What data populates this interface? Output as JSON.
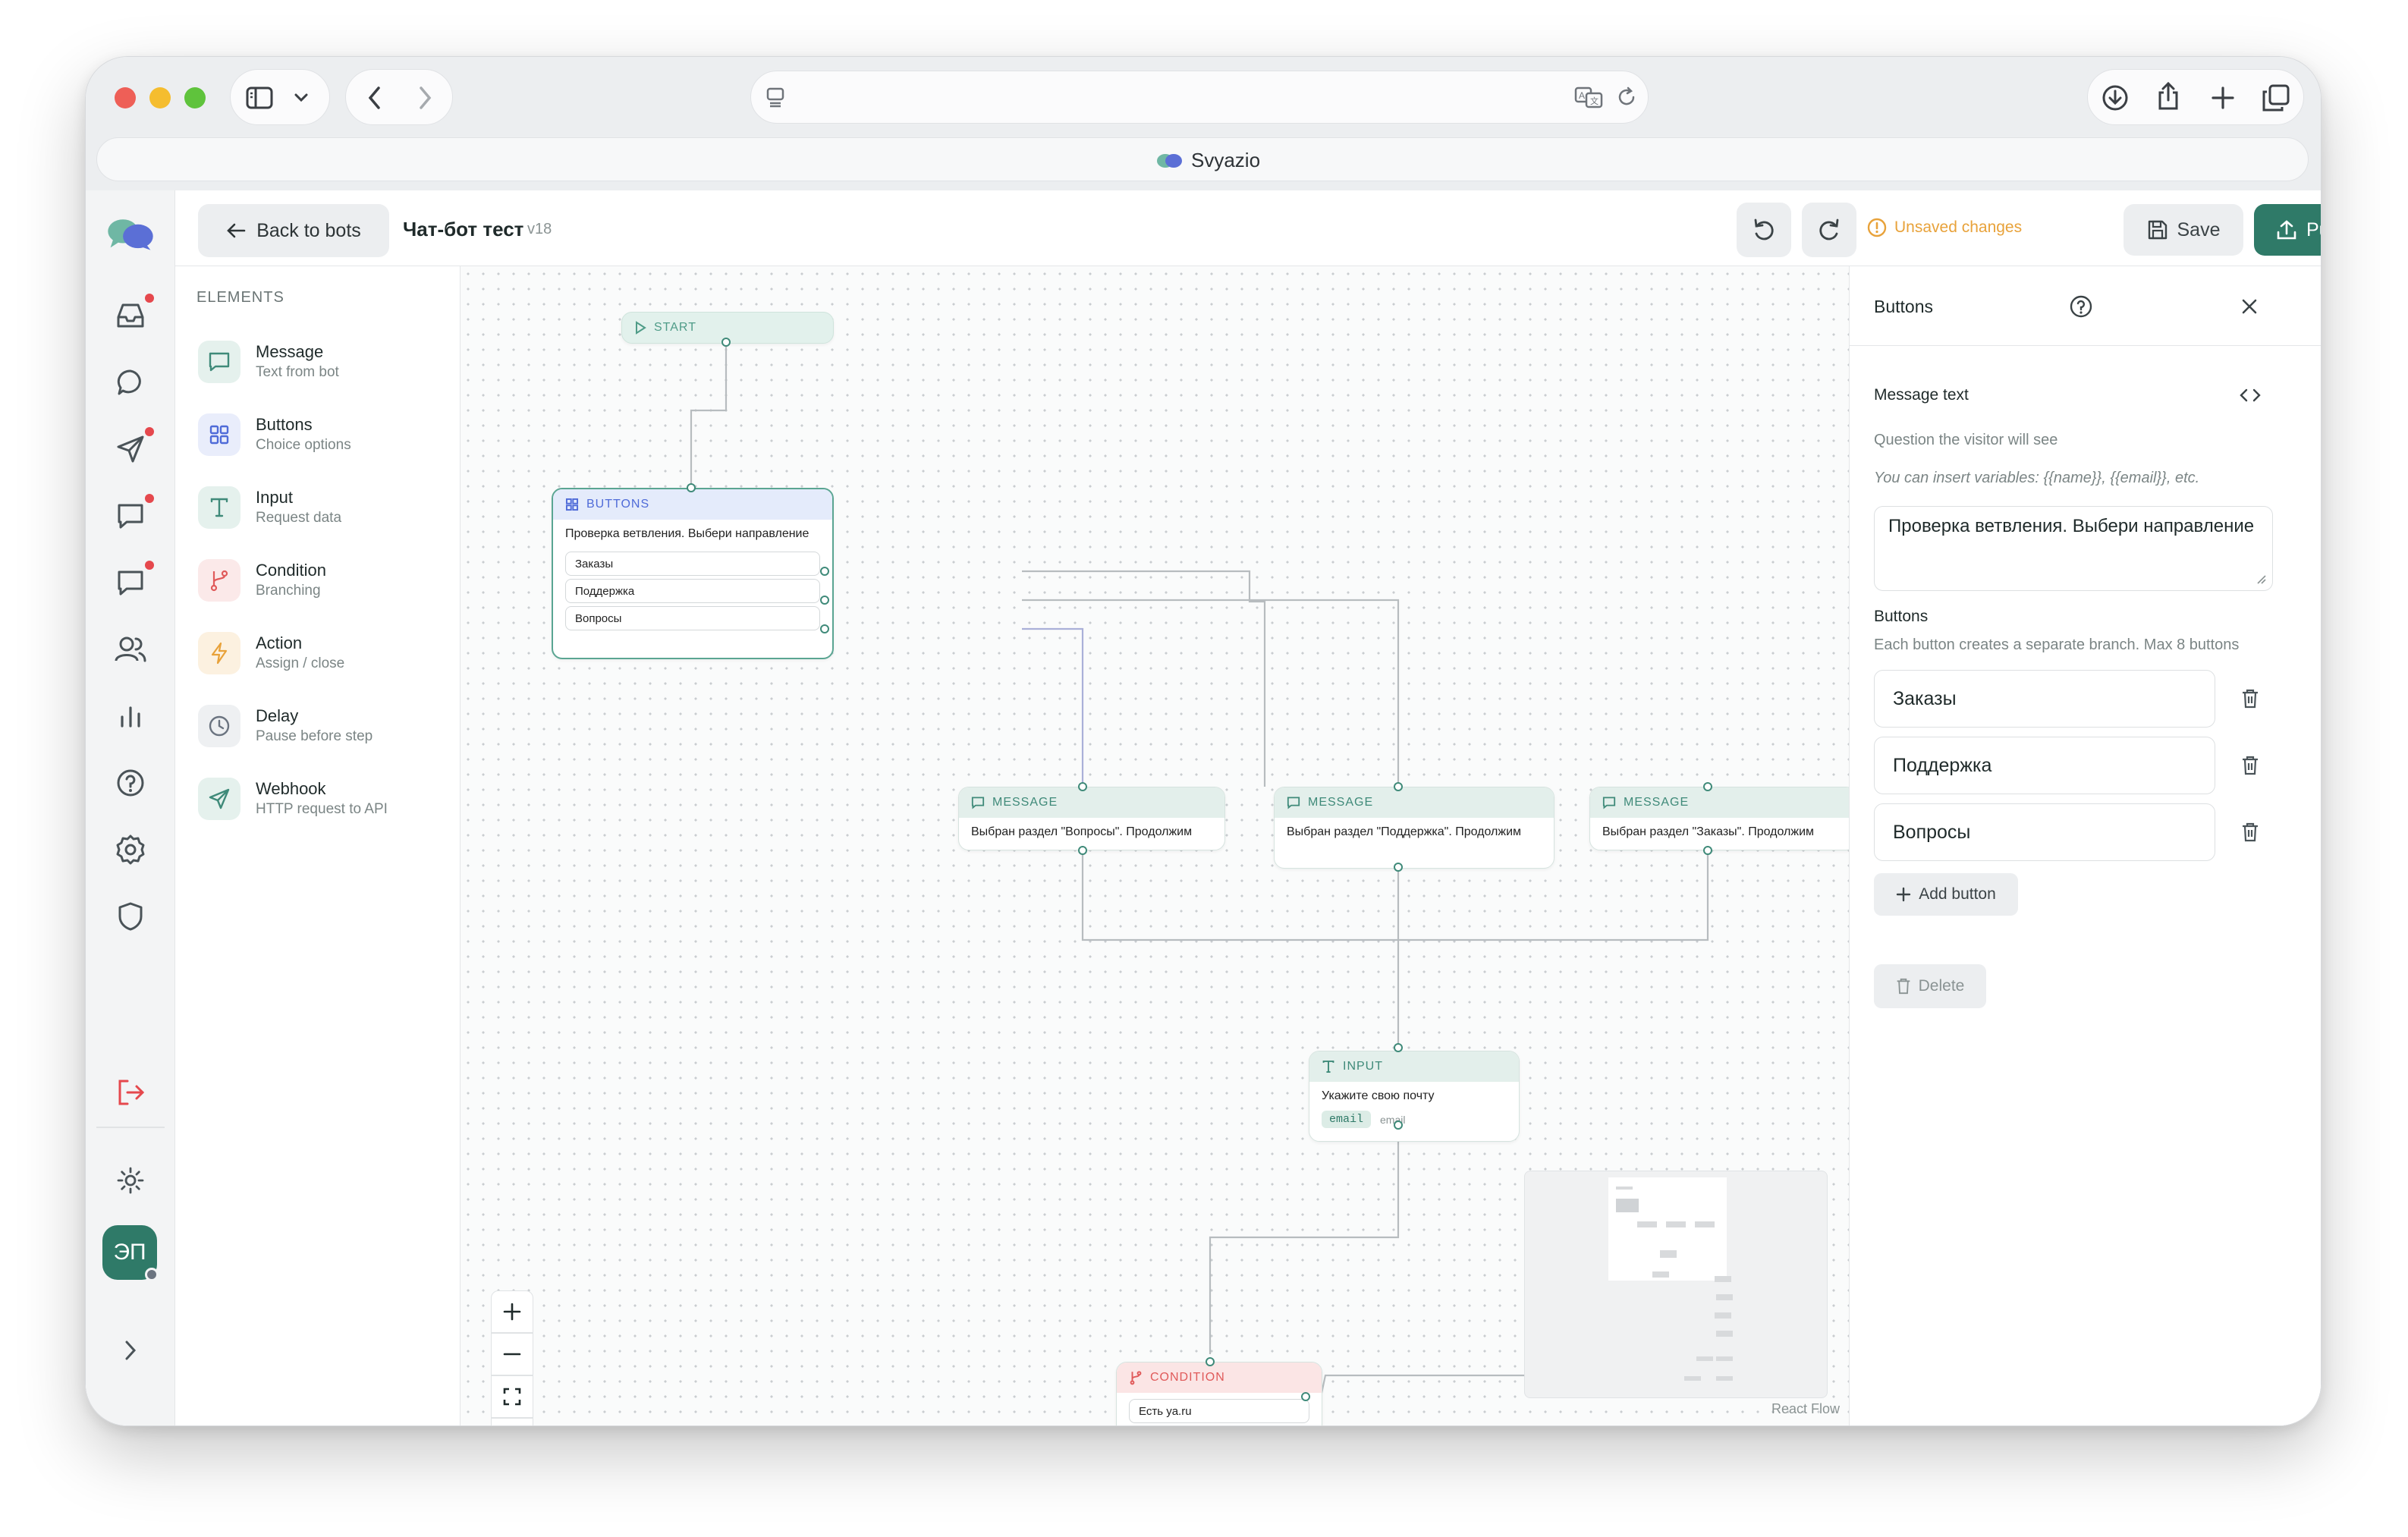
{
  "browser": {
    "site_title": "Svyazio"
  },
  "topbar": {
    "back_label": "Back to bots",
    "bot_name": "Чат-бот тест",
    "version": "v18",
    "unsaved_label": "Unsaved changes",
    "save_label": "Save",
    "publish_label": "Publish"
  },
  "sidebar": {
    "avatar_initials": "ЭП"
  },
  "elements": {
    "heading": "ELEMENTS",
    "items": [
      {
        "title": "Message",
        "subtitle": "Text from bot",
        "icon": "message-icon",
        "color": "#3f8a79"
      },
      {
        "title": "Buttons",
        "subtitle": "Choice options",
        "icon": "grid-icon",
        "color": "#4f6bd8"
      },
      {
        "title": "Input",
        "subtitle": "Request data",
        "icon": "text-icon",
        "color": "#3f8a79"
      },
      {
        "title": "Condition",
        "subtitle": "Branching",
        "icon": "branch-icon",
        "color": "#e05a5a"
      },
      {
        "title": "Action",
        "subtitle": "Assign / close",
        "icon": "bolt-icon",
        "color": "#e8a23a"
      },
      {
        "title": "Delay",
        "subtitle": "Pause before step",
        "icon": "clock-icon",
        "color": "#6b7480"
      },
      {
        "title": "Webhook",
        "subtitle": "HTTP request to API",
        "icon": "send-icon",
        "color": "#3f8a79"
      }
    ]
  },
  "canvas": {
    "start_label": "START",
    "buttons_node": {
      "label": "BUTTONS",
      "text": "Проверка ветвления. Выбери направление",
      "options": [
        "Заказы",
        "Поддержка",
        "Вопросы"
      ]
    },
    "message_nodes": [
      {
        "label": "MESSAGE",
        "text": "Выбран раздел \"Вопросы\". Продолжим"
      },
      {
        "label": "MESSAGE",
        "text": "Выбран раздел \"Поддержка\". Продолжим"
      },
      {
        "label": "MESSAGE",
        "text": "Выбран раздел \"Заказы\". Продолжим"
      }
    ],
    "input_node": {
      "label": "INPUT",
      "text": "Укажите свою почту",
      "badge": "email",
      "type": "email"
    },
    "condition_node": {
      "label": "CONDITION",
      "option": "Есть ya.ru"
    },
    "attribution": "React Flow"
  },
  "inspector": {
    "title": "Buttons",
    "message_text_label": "Message text",
    "message_text_help": "Question the visitor will see",
    "variables_hint": "You can insert variables: {{name}}, {{email}}, etc.",
    "message_text_value": "Проверка ветвления. Выбери направление",
    "buttons_label": "Buttons",
    "buttons_help": "Each button creates a separate branch. Max 8 buttons",
    "buttons": [
      "Заказы",
      "Поддержка",
      "Вопросы"
    ],
    "add_button_label": "Add button",
    "delete_label": "Delete"
  },
  "colors": {
    "accent": "#2f7a68",
    "warning": "#e8a23a",
    "danger": "#e5484d"
  }
}
